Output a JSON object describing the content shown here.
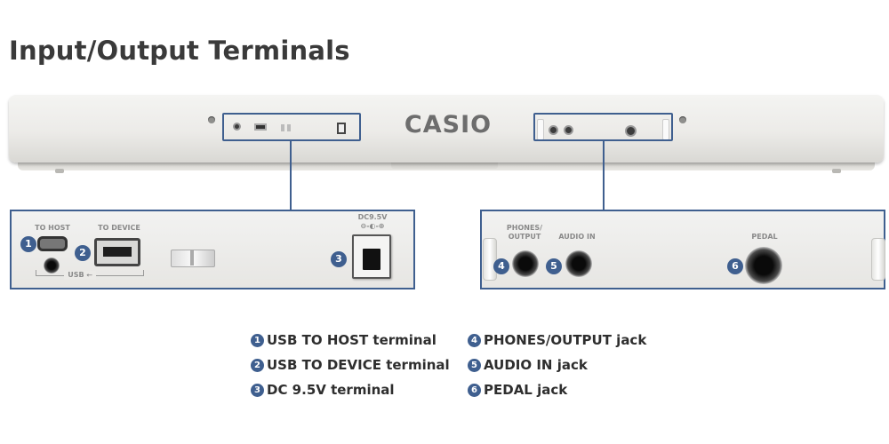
{
  "title": "Input/Output Terminals",
  "brand": "CASIO",
  "colors": {
    "accent": "#3f5f8f",
    "panel": "#ecebe8"
  },
  "left_panel": {
    "to_host_label": "TO HOST",
    "to_device_label": "TO DEVICE",
    "usb_label": "USB",
    "dc_label": "DC9.5V"
  },
  "right_panel": {
    "phones_label_line1": "PHONES/",
    "phones_label_line2": "OUTPUT",
    "audio_in_label": "AUDIO IN",
    "pedal_label": "PEDAL"
  },
  "numbers": [
    "1",
    "2",
    "3",
    "4",
    "5",
    "6"
  ],
  "legend": [
    {
      "num": "1",
      "text": "USB TO HOST terminal"
    },
    {
      "num": "2",
      "text": "USB TO DEVICE terminal"
    },
    {
      "num": "3",
      "text": "DC 9.5V terminal"
    },
    {
      "num": "4",
      "text": "PHONES/OUTPUT jack"
    },
    {
      "num": "5",
      "text": "AUDIO IN jack"
    },
    {
      "num": "6",
      "text": "PEDAL jack"
    }
  ]
}
